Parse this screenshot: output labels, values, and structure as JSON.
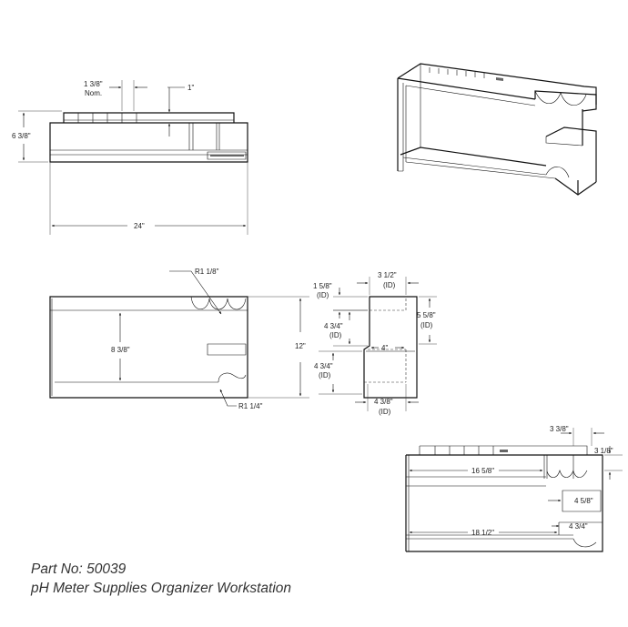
{
  "caption": {
    "part_no": "Part No: 50039",
    "title": "pH Meter Supplies Organizer Workstation"
  },
  "top_view": {
    "pitch": "1 3/8\"",
    "pitch_note": "Nom.",
    "wall": "1\"",
    "depth": "6 3/8\"",
    "width": "24\""
  },
  "front_view": {
    "radius_top": "R1 1/8\"",
    "shelf_gap": "8 3/8\"",
    "radius_bottom": "R1 1/4\""
  },
  "side_view": {
    "upper_id": "1 5/8\"",
    "upper_id_b": "(ID)",
    "top_w": "3 1/2\"",
    "top_w_b": "(ID)",
    "right_h": "5 5/8\"",
    "right_h_b": "(ID)",
    "mid_h": "4 3/4\"",
    "mid_h_b": "(ID)",
    "height": "12\"",
    "step": "4\"",
    "low_h": "4 3/4\"",
    "low_h_b": "(ID)",
    "base_w": "4 3/8\"",
    "base_w_b": "(ID)"
  },
  "detail_view": {
    "d1": "3 3/8\"",
    "d2": "3 1/8\"",
    "d3": "16 5/8\"",
    "d4": "4 5/8\"",
    "d5": "18 1/2\"",
    "d6": "4 3/4\""
  }
}
